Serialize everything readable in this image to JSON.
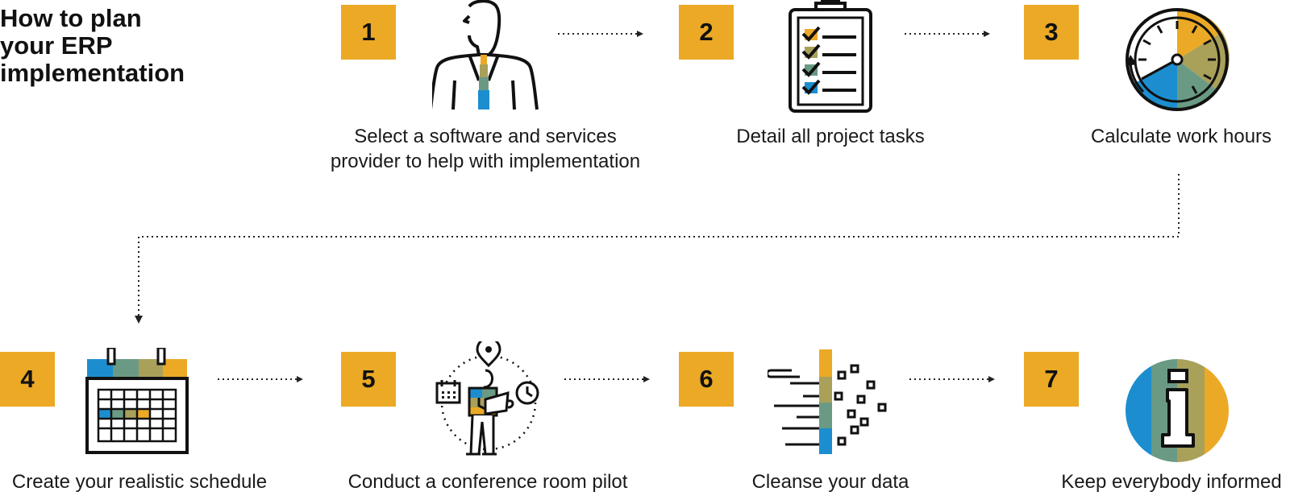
{
  "title": [
    "How to plan",
    "your ERP",
    "implementation"
  ],
  "colors": {
    "gold": "#EBA925",
    "olive": "#A9A05A",
    "teal": "#6A9A84",
    "blue": "#1C8ED0",
    "ink": "#111111"
  },
  "steps": [
    {
      "number": "1",
      "icon": "businessman-icon",
      "caption": [
        "Select a software and services",
        "provider to help with implementation"
      ]
    },
    {
      "number": "2",
      "icon": "clipboard-checklist-icon",
      "caption": [
        "Detail all project tasks"
      ]
    },
    {
      "number": "3",
      "icon": "stopwatch-icon",
      "caption": [
        "Calculate work hours"
      ]
    },
    {
      "number": "4",
      "icon": "calendar-icon",
      "caption": [
        "Create your realistic schedule"
      ]
    },
    {
      "number": "5",
      "icon": "presenter-icon",
      "caption": [
        "Conduct a conference room pilot"
      ]
    },
    {
      "number": "6",
      "icon": "data-cleansing-icon",
      "caption": [
        "Cleanse your data"
      ]
    },
    {
      "number": "7",
      "icon": "info-icon",
      "caption": [
        "Keep everybody informed"
      ]
    }
  ]
}
